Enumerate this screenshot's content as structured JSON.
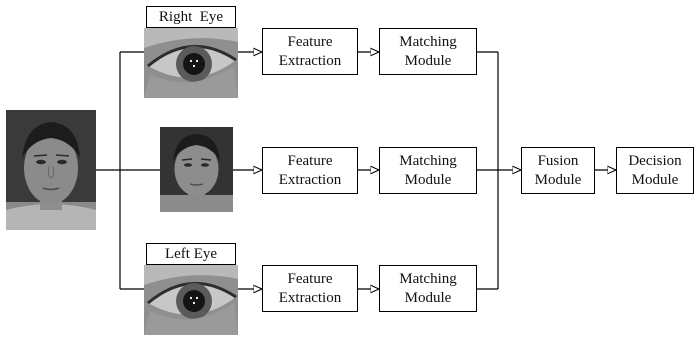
{
  "photos": {
    "right_eye_label": "Right  Eye",
    "left_eye_label": "Left Eye"
  },
  "rows": [
    {
      "feature_line1": "Feature",
      "feature_line2": "Extraction",
      "matching_line1": "Matching",
      "matching_line2": "Module"
    },
    {
      "feature_line1": "Feature",
      "feature_line2": "Extraction",
      "matching_line1": "Matching",
      "matching_line2": "Module"
    },
    {
      "feature_line1": "Feature",
      "feature_line2": "Extraction",
      "matching_line1": "Matching",
      "matching_line2": "Module"
    }
  ],
  "fusion": {
    "line1": "Fusion",
    "line2": "Module"
  },
  "decision": {
    "line1": "Decision",
    "line2": "Module"
  }
}
